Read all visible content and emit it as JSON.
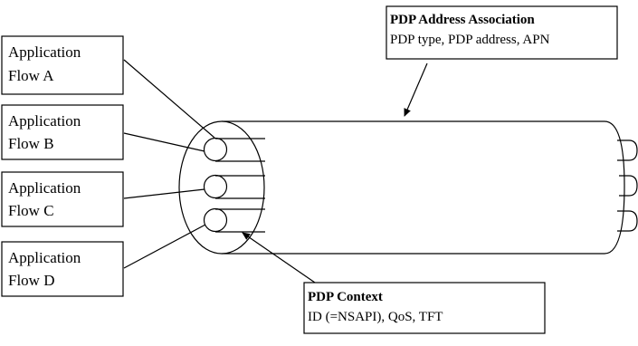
{
  "flows": [
    {
      "line1": "Application",
      "line2": "Flow A"
    },
    {
      "line1": "Application",
      "line2": "Flow B"
    },
    {
      "line1": "Application",
      "line2": "Flow C"
    },
    {
      "line1": "Application",
      "line2": "Flow D"
    }
  ],
  "pdp_address_association": {
    "title": "PDP Address Association",
    "details": "PDP type, PDP address, APN"
  },
  "pdp_context": {
    "title": "PDP Context",
    "details": "ID (=NSAPI), QoS, TFT"
  }
}
